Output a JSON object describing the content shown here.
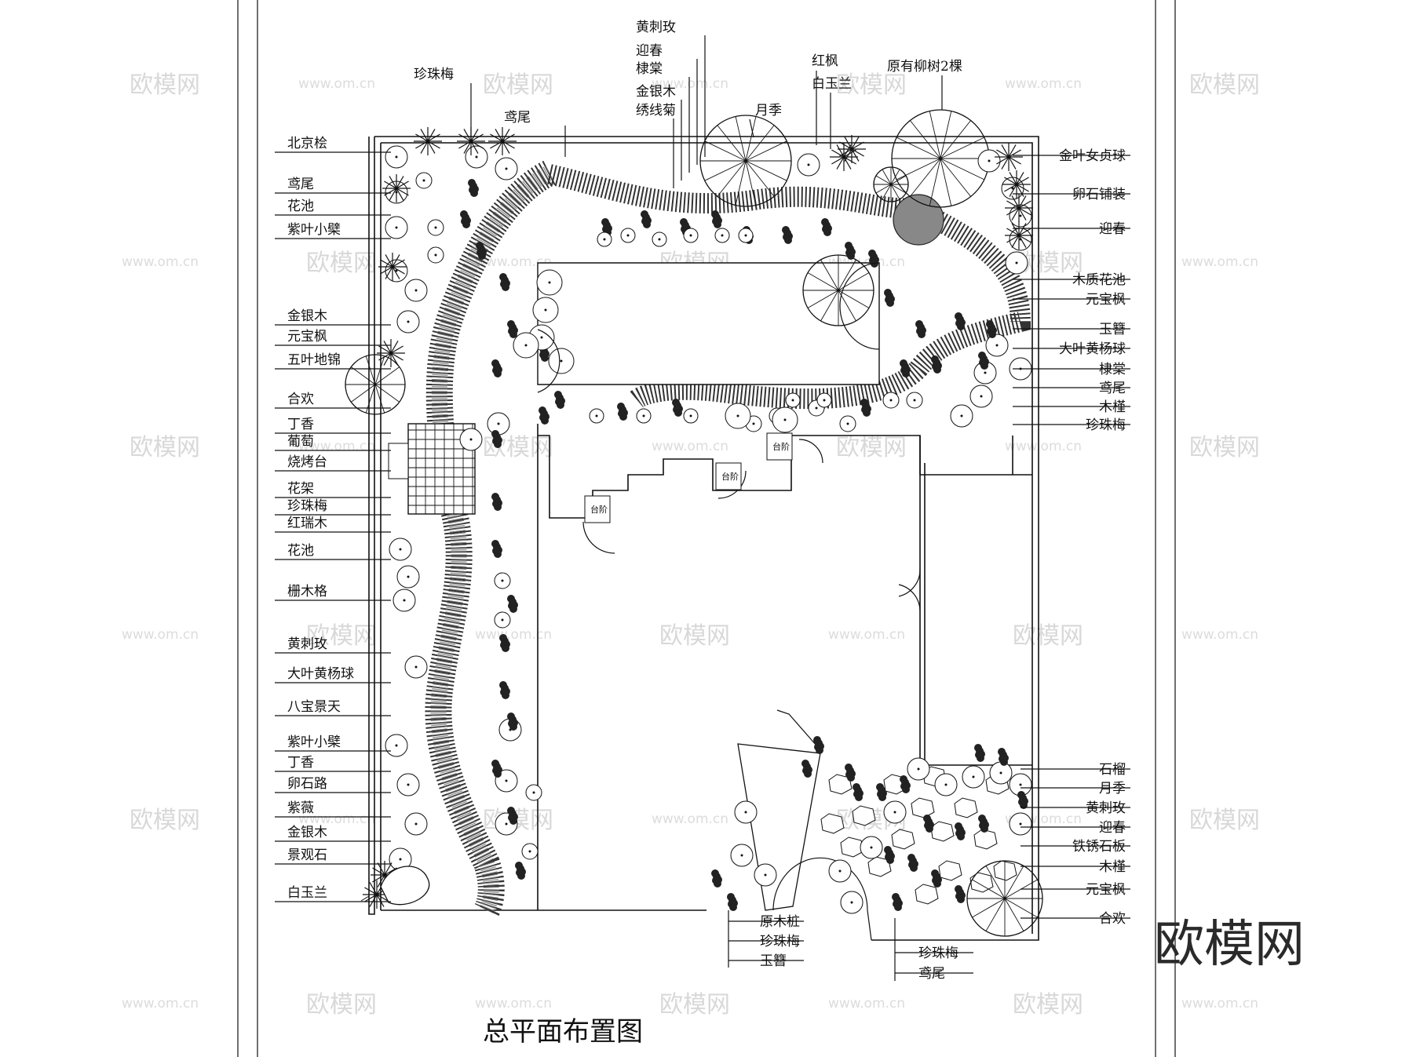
{
  "title": "总平面布置图",
  "logo_text": "欧模网",
  "watermark": {
    "text": "欧模网",
    "url": "www.om.cn"
  },
  "step_label": "台阶",
  "labels_left": [
    "北京桧",
    "鸢尾",
    "花池",
    "紫叶小檗",
    "金银木",
    "元宝枫",
    "五叶地锦",
    "合欢",
    "丁香",
    "葡萄",
    "烧烤台",
    "花架",
    "珍珠梅",
    "红瑞木",
    "花池",
    "栅木格",
    "黄刺玫",
    "大叶黄杨球",
    "八宝景天",
    "紫叶小檗",
    "丁香",
    "卵石路",
    "紫薇",
    "金银木",
    "景观石",
    "白玉兰"
  ],
  "labels_top": [
    "珍珠梅",
    "鸢尾",
    "黄刺玫",
    "迎春",
    "棣棠",
    "金银木",
    "绣线菊",
    "月季",
    "红枫",
    "白玉兰",
    "原有柳树2棵"
  ],
  "labels_right_top": [
    "金叶女贞球",
    "卵石铺装",
    "迎春",
    "木质花池",
    "元宝枫",
    "玉簪",
    "大叶黄杨球",
    "棣棠",
    "鸢尾",
    "木槿",
    "珍珠梅"
  ],
  "labels_right_bottom": [
    "石榴",
    "月季",
    "黄刺玫",
    "迎春",
    "铁锈石板",
    "木槿",
    "元宝枫",
    "合欢"
  ],
  "labels_bottom_mid": [
    "原木桩",
    "珍珠梅",
    "玉簪"
  ],
  "labels_bottom_right": [
    "珍珠梅",
    "鸢尾"
  ]
}
